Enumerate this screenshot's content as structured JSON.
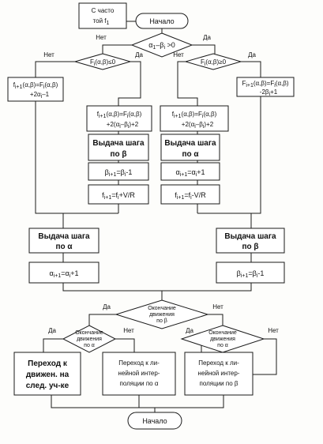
{
  "edge_labels": {
    "yes": "Да",
    "no": "Нет"
  },
  "top_note": [
    "С часто",
    "той f",
    "1"
  ],
  "start": "Начало",
  "end": "Начало",
  "cond_top": {
    "a": "α",
    "a_sub": "1",
    "mid": "–β",
    "b_sub": "i",
    "tail": " >0"
  },
  "cond_left": {
    "f": "F",
    "f_sub": "i",
    "args": "(α,β)",
    "op": "≤0"
  },
  "cond_right": {
    "f": "F",
    "f_sub": "i",
    "args": "(α,β)",
    "op": "≥0"
  },
  "box_far_left": [
    "f",
    "i+1",
    "(α,β)=F",
    "i",
    "(α,β)",
    "+2α",
    "i",
    "–1"
  ],
  "box_far_right": [
    "F",
    "i+1",
    "(α,β)=F",
    "i",
    "(α,β)",
    "-2β",
    "i",
    "+1"
  ],
  "box_ml_1": [
    "f",
    "i+1",
    "(α,β)=F",
    "i",
    "(α,β)",
    "+2(α",
    "i",
    "–β",
    "i",
    ")+2"
  ],
  "box_mr_1": [
    "f",
    "i+1",
    "(α,β)=F",
    "i",
    "(α,β)",
    "+2(α",
    "i",
    "–β",
    "i",
    ")+2"
  ],
  "out_step_beta": [
    "Выдача шага",
    "по β"
  ],
  "out_step_alpha": [
    "Выдача шага",
    "по α"
  ],
  "beta_dec": [
    "β",
    "i+1",
    "=β",
    "i",
    "-1"
  ],
  "alpha_inc_mid": [
    "α",
    "i+1",
    "=α",
    "i",
    "+1"
  ],
  "f_plus": [
    "f",
    "i+1",
    "=f",
    "i",
    "+V/R"
  ],
  "f_minus": [
    "f",
    "i+1",
    "=f",
    "i",
    "-V/R"
  ],
  "out_left_alpha": [
    "Выдача шага",
    "по α"
  ],
  "out_right_beta": [
    "Выдача шага",
    "по β"
  ],
  "alpha_inc_left": [
    "α",
    "i+1",
    "=α",
    "i",
    "+1"
  ],
  "beta_dec_right": [
    "β",
    "i+1",
    "=β",
    "i",
    "-1"
  ],
  "end_move_beta": [
    "Окончание",
    "движения",
    "по β"
  ],
  "end_move_alpha_l": [
    "Окончание",
    "движения",
    "по α"
  ],
  "end_move_alpha_r": [
    "Окончание",
    "движения",
    "по α"
  ],
  "goto_next": [
    "Переход к",
    "движен. на",
    "след. уч-ке"
  ],
  "goto_lin_alpha": [
    "Переход к ли-",
    "нейной интер-",
    "поляции по α"
  ],
  "goto_lin_beta": [
    "Переход к ли-",
    "нейной интер-",
    "поляции по β"
  ]
}
